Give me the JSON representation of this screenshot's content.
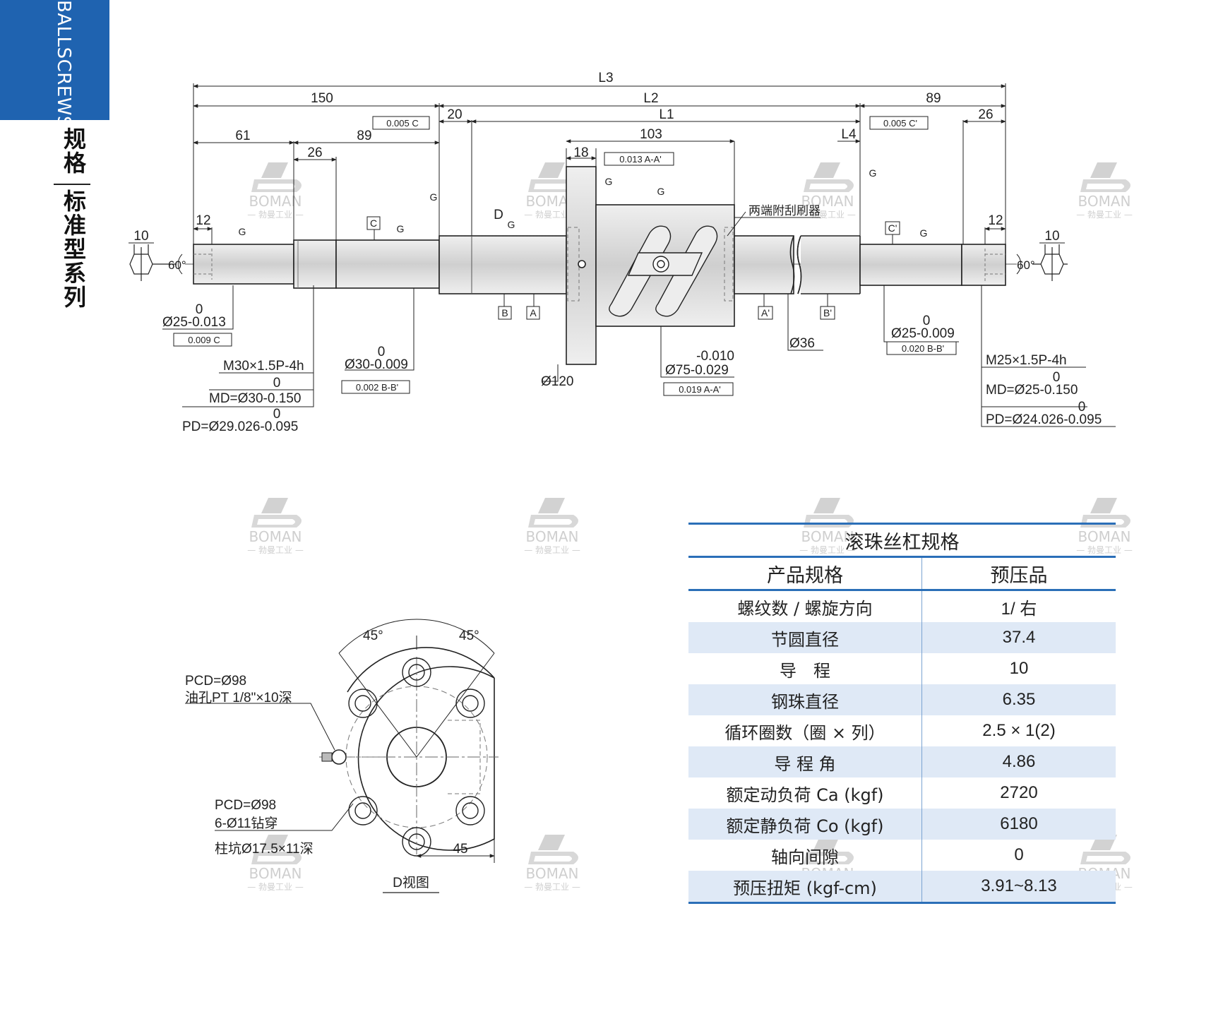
{
  "sidebar": {
    "tab_text": "BALLSCREWS",
    "title": "规格",
    "subtitle": "标准型系列",
    "accent_color": "#1f63b0"
  },
  "watermark": {
    "brand": "BOMAN",
    "sub": "— 勃曼工业 —"
  },
  "shaft_drawing": {
    "dims": {
      "L3": "L3",
      "L2": "L2",
      "L1": "L1",
      "L4": "L4",
      "d150": "150",
      "d89a": "89",
      "d89b": "89",
      "d61": "61",
      "d26a": "26",
      "d26b": "26",
      "d20": "20",
      "d103": "103",
      "d18": "18",
      "d12a": "12",
      "d12b": "12",
      "d10a": "10",
      "d10b": "10",
      "angle_a": "60°",
      "angle_b": "60°"
    },
    "tolerance_frames": {
      "perp_c": "0.005 C",
      "perp_c2": "0.005 C'",
      "perp_aa": "0.013 A-A'",
      "conc_c": "0.009 C",
      "runout_bb": "0.002 B-B'",
      "runout_bb2": "0.020 B-B'",
      "runout_aa": "0.019 A-A'"
    },
    "datum_labels": [
      "C",
      "B",
      "A",
      "D",
      "A'",
      "B'",
      "C'"
    ],
    "surface_mark": "G",
    "labels": {
      "d25_top": "0",
      "d25": "Ø25-0.013",
      "m30": "M30×1.5P-4h",
      "md30_top": "0",
      "md30": "MD=Ø30-0.150",
      "pd29_top": "0",
      "pd29": "PD=Ø29.026-0.095",
      "d30_top": "0",
      "d30": "Ø30-0.009",
      "d120": "Ø120",
      "d75_top": "-0.010",
      "d75": "Ø75-0.029",
      "d36": "Ø36",
      "wiper": "两端附刮刷器",
      "d25r_top": "0",
      "d25r": "Ø25-0.009",
      "m25": "M25×1.5P-4h",
      "md25_top": "0",
      "md25": "MD=Ø25-0.150",
      "pd24_top": "0",
      "pd24": "PD=Ø24.026-0.095"
    }
  },
  "flange_view": {
    "angle_left": "45°",
    "angle_right": "45°",
    "oil_pcd": "PCD=Ø98",
    "oil_hole": "油孔PT 1/8\"×10深",
    "bolt_pcd": "PCD=Ø98",
    "bolt_holes": "6-Ø11钻穿",
    "counterbore": "柱坑Ø17.5×11深",
    "dim45": "45",
    "caption": "D视图"
  },
  "spec_table": {
    "title": "滚珠丝杠规格",
    "header": [
      "产品规格",
      "预压品"
    ],
    "rows": [
      {
        "label": "螺纹数 / 螺旋方向",
        "value": "1/ 右"
      },
      {
        "label": "节圆直径",
        "value": "37.4"
      },
      {
        "label": "导　程",
        "value": "10"
      },
      {
        "label": "钢珠直径",
        "value": "6.35"
      },
      {
        "label": "循环圈数（圈 × 列）",
        "value": "2.5 × 1(2)"
      },
      {
        "label": "导 程 角",
        "value": "4.86"
      },
      {
        "label": "额定动负荷 Ca (kgf)",
        "value": "2720"
      },
      {
        "label": "额定静负荷 Co (kgf)",
        "value": "6180"
      },
      {
        "label": "轴向间隙",
        "value": "0"
      },
      {
        "label": "预压扭矩 (kgf-cm)",
        "value": "3.91~8.13"
      }
    ],
    "line_color": "#2b6fb8",
    "alt_row_color": "#dfe9f6"
  }
}
